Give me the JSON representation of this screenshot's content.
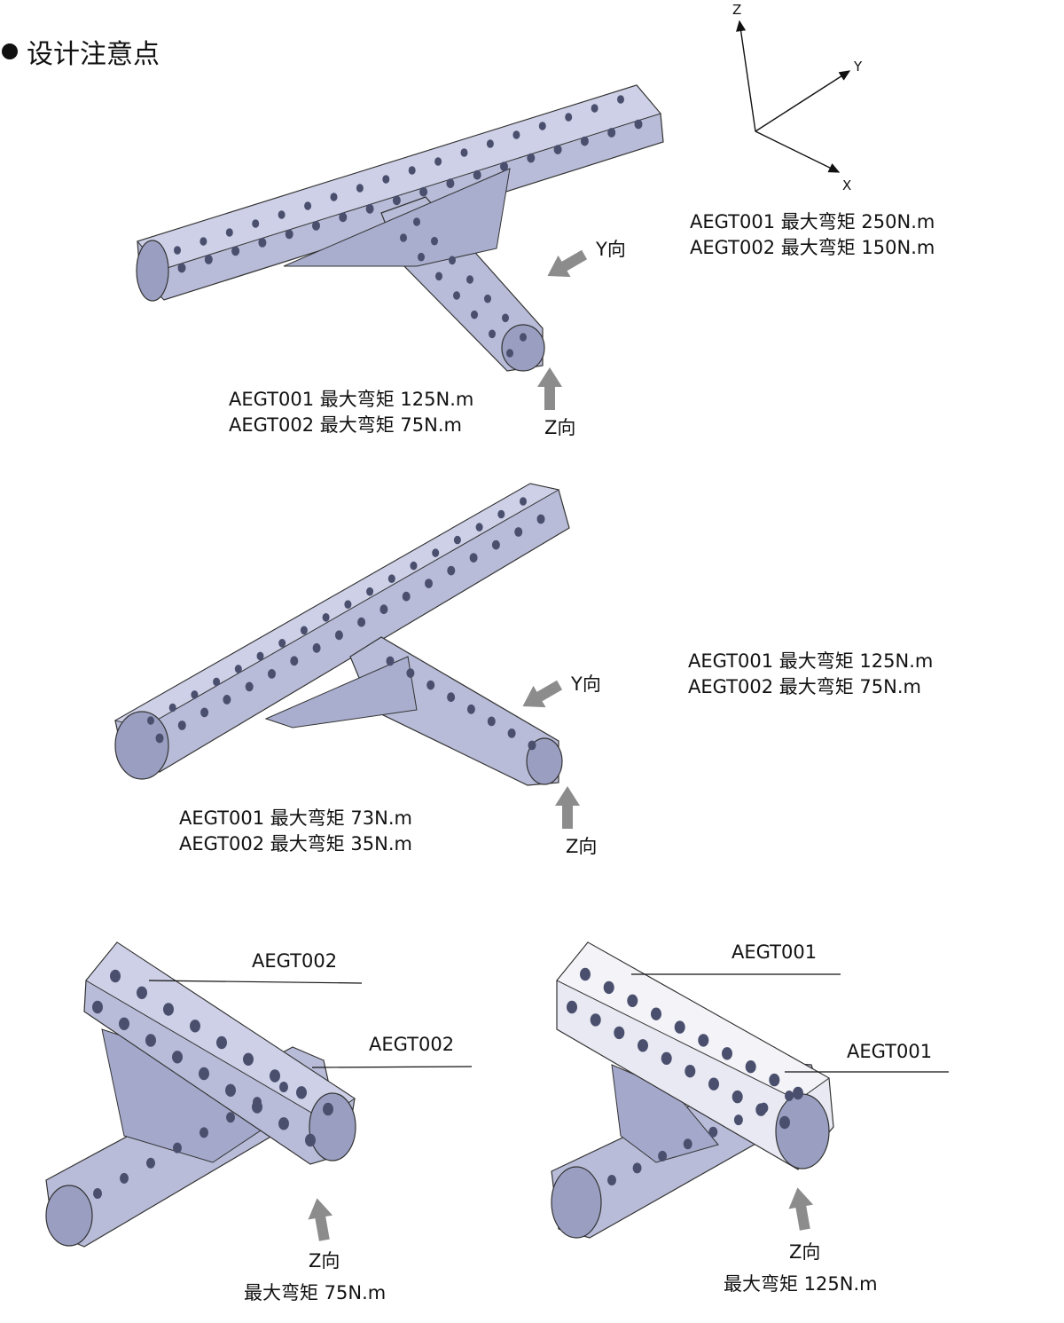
{
  "heading": {
    "text": "设计注意点"
  },
  "axes": {
    "z": "Z",
    "y": "Y",
    "x": "X"
  },
  "figure1": {
    "y_label": "Y向",
    "z_label": "Z向",
    "y_spec": [
      "AEGT001 最大弯矩 250N.m",
      "AEGT002 最大弯矩 150N.m"
    ],
    "z_spec": [
      "AEGT001 最大弯矩 125N.m",
      "AEGT002 最大弯矩 75N.m"
    ]
  },
  "figure2": {
    "y_label": "Y向",
    "z_label": "Z向",
    "y_spec": [
      "AEGT001 最大弯矩 125N.m",
      "AEGT002 最大弯矩 75N.m"
    ],
    "z_spec": [
      "AEGT001 最大弯矩 73N.m",
      "AEGT002 最大弯矩 35N.m"
    ]
  },
  "figure3": {
    "callout_top": "AEGT002",
    "callout_side": "AEGT002",
    "z_label": "Z向",
    "moment": "最大弯矩 75N.m"
  },
  "figure4": {
    "callout_top": "AEGT001",
    "callout_side": "AEGT001",
    "z_label": "Z向",
    "moment": "最大弯矩 125N.m"
  },
  "colors": {
    "tube": "#b8bcd8",
    "tube_dark": "#8d92b8",
    "hole": "#4a4f6e",
    "arrow": "#8c8c8c"
  }
}
